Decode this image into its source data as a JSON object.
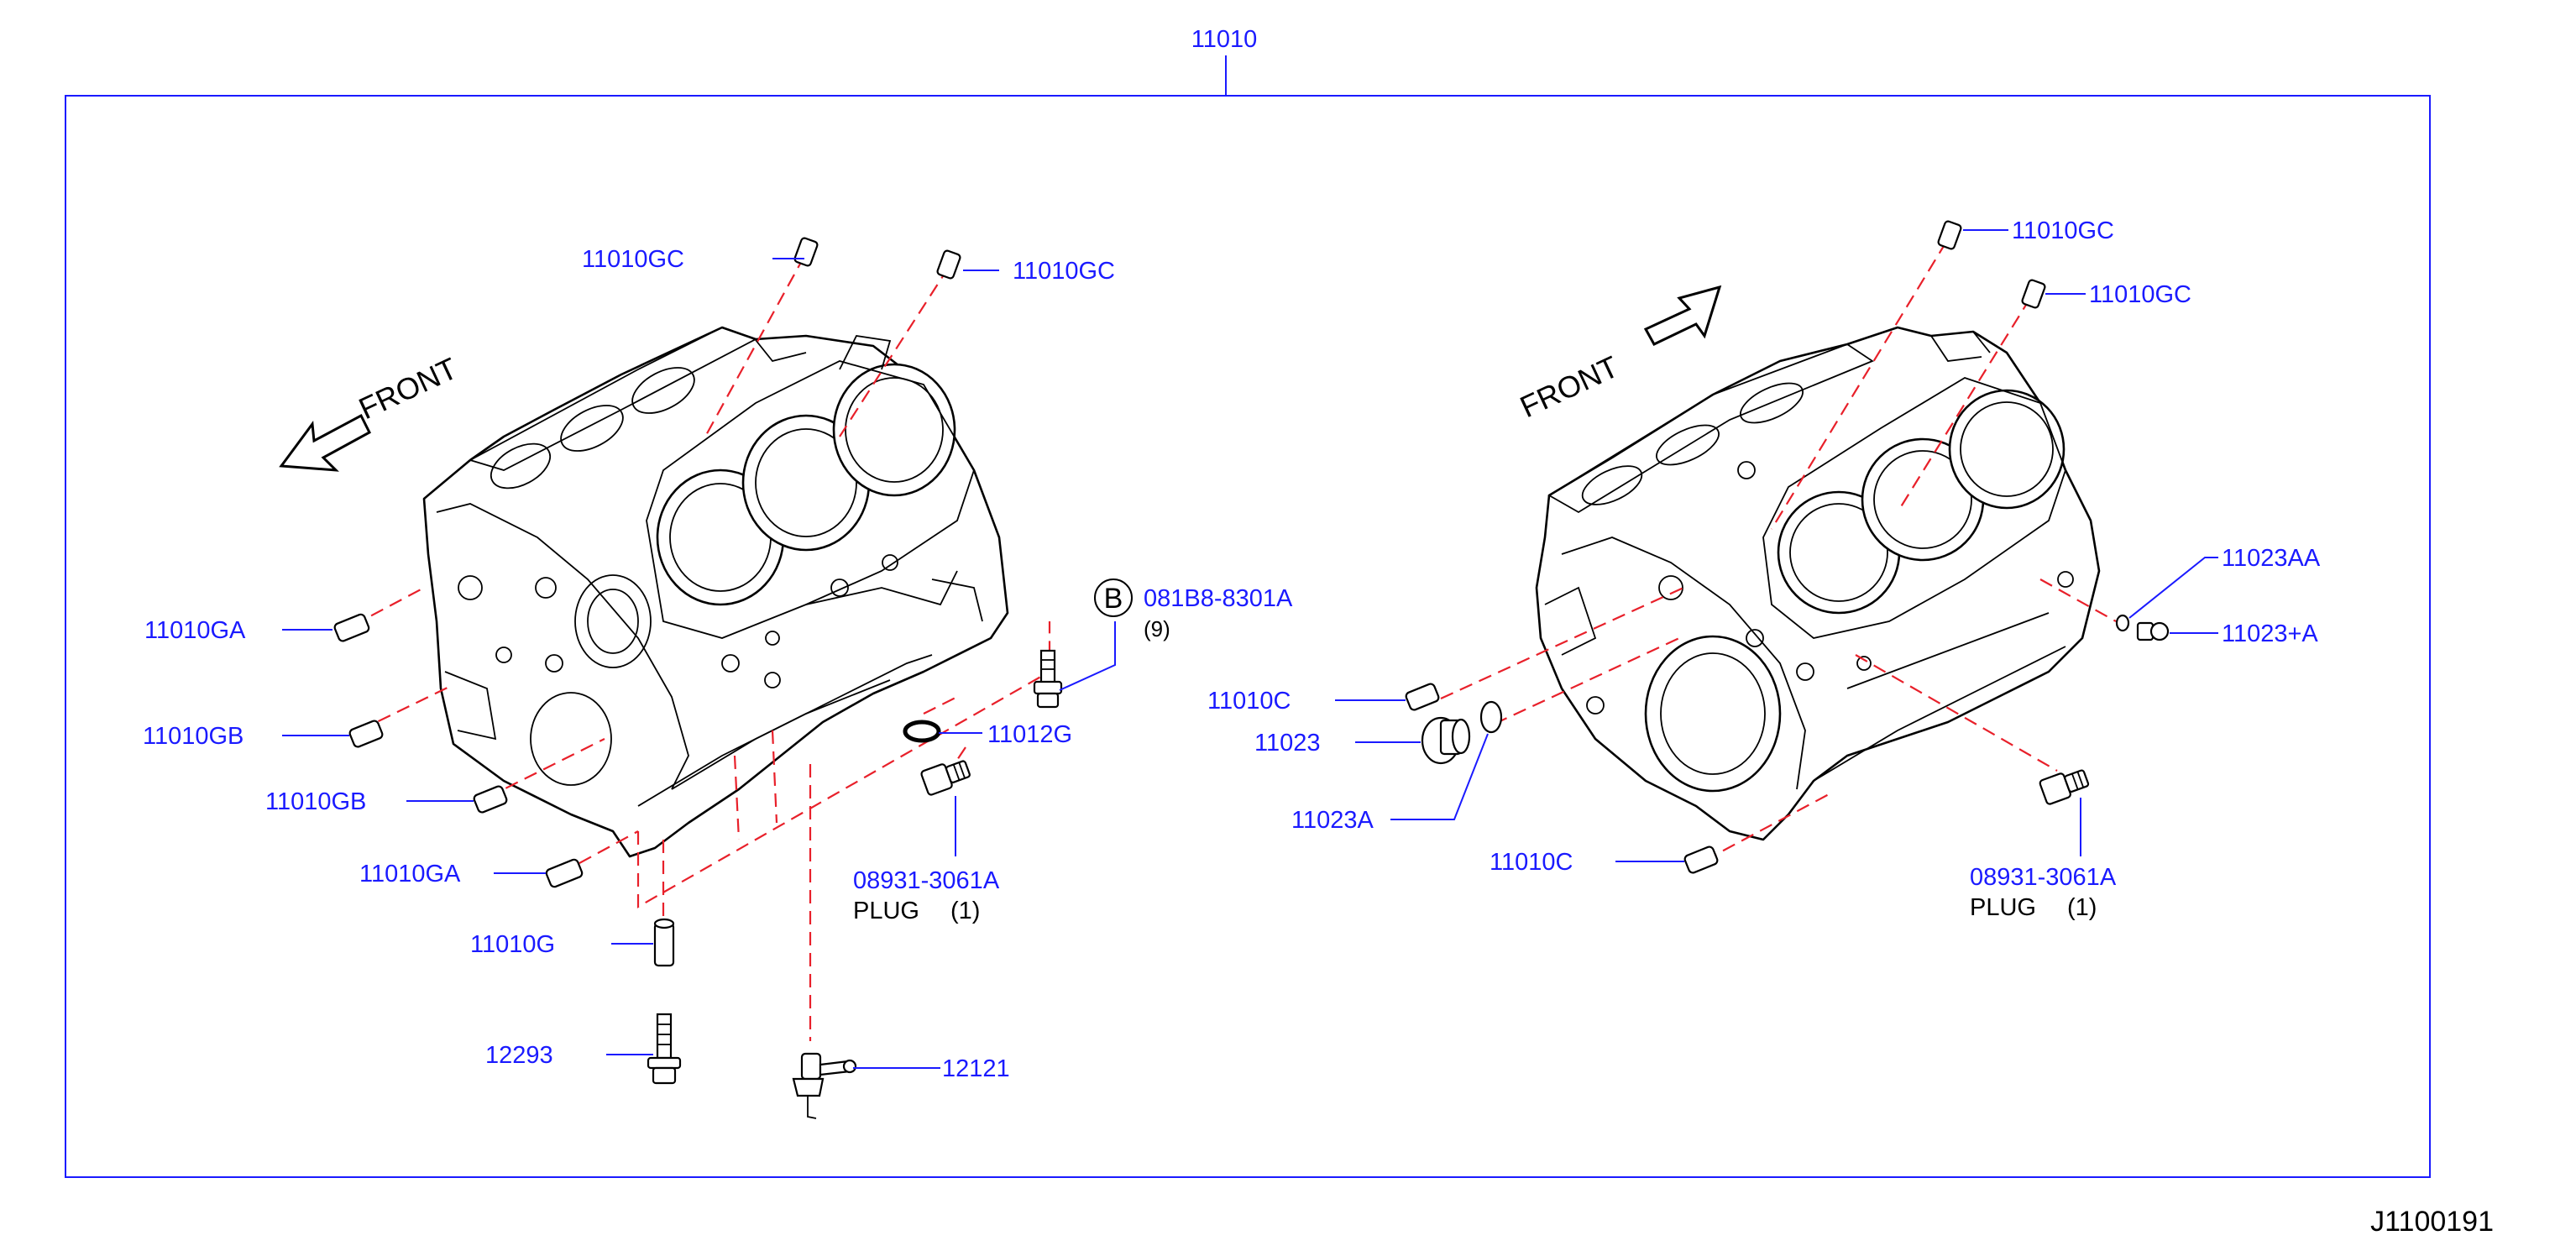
{
  "diagram": {
    "main_part": "11010",
    "left_block": {
      "front_label": "FRONT",
      "callouts": {
        "gc_top_left": "11010GC",
        "gc_top_right": "11010GC",
        "ga_upper": "11010GA",
        "gb_upper": "11010GB",
        "gb_lower": "11010GB",
        "ga_lower": "11010GA",
        "g": "11010G",
        "bolt_12293": "12293",
        "jet_12121": "12121",
        "oring": "11012G",
        "bolt_ref_letter": "B",
        "bolt_ref": "081B8-8301A",
        "bolt_qty": "(9)",
        "plug_part": "08931-3061A",
        "plug_name": "PLUG",
        "plug_qty": "(1)"
      }
    },
    "right_block": {
      "front_label": "FRONT",
      "callouts": {
        "gc_top": "11010GC",
        "gc_second": "11010GC",
        "aa": "11023AA",
        "plus_a": "11023+A",
        "c_upper": "11010C",
        "plug_11023": "11023",
        "plug_11023a": "11023A",
        "c_lower": "11010C",
        "plug_part": "08931-3061A",
        "plug_name": "PLUG",
        "plug_qty": "(1)"
      }
    },
    "diagram_code": "J1100191"
  }
}
